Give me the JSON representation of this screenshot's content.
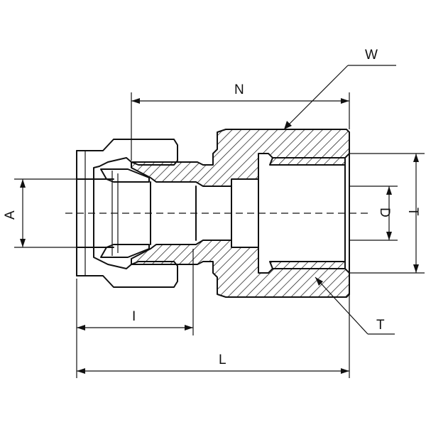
{
  "labels": {
    "W": "W",
    "N": "N",
    "A": "A",
    "D": "D",
    "T_thread": "T",
    "T_port": "T",
    "I": "I",
    "L": "L"
  }
}
